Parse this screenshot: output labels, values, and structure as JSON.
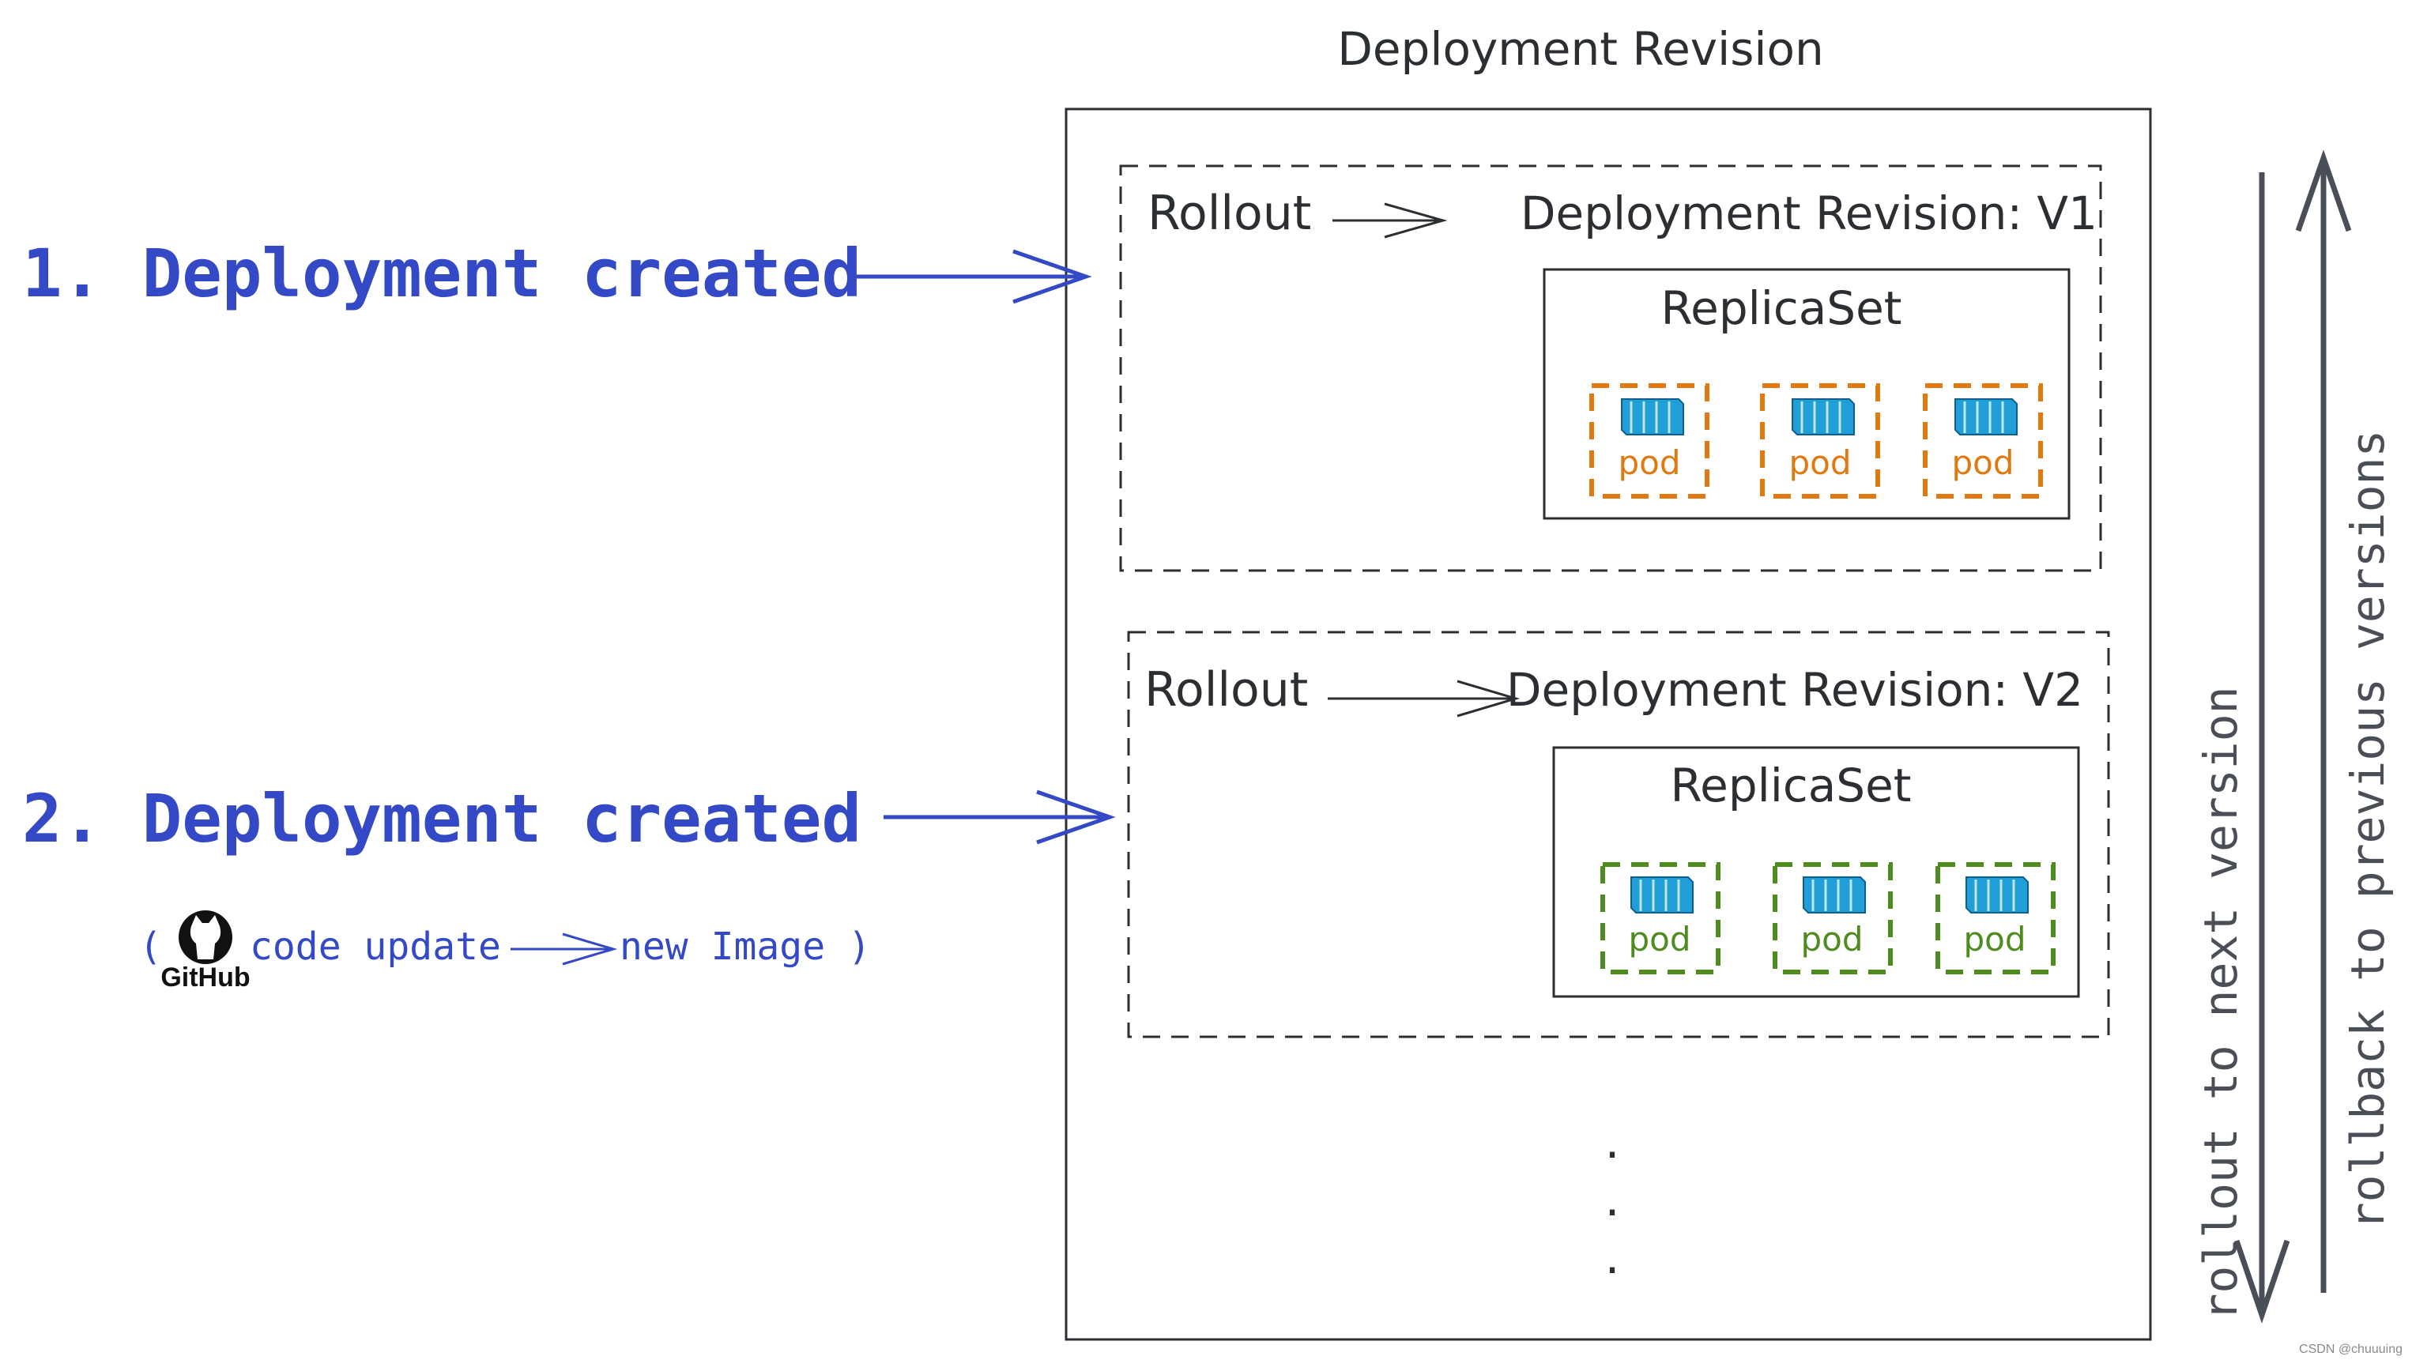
{
  "colors": {
    "accent_blue": "#3449c6",
    "ink": "#2b2f33",
    "pod_v1": "#e07a10",
    "pod_v2": "#4f8c1f",
    "container_blue": "#1f9ed8",
    "gray_arrow": "#4a4f57"
  },
  "header": {
    "title": "Deployment Revision"
  },
  "left": {
    "step1": "1. Deployment created",
    "step2": "2. Deployment created",
    "note_open": "(",
    "note_logo_text": "GitHub",
    "note_code": "code update",
    "note_image": "new Image )"
  },
  "revisions": [
    {
      "rollout_label": "Rollout",
      "title": "Deployment Revision: V1",
      "replicaset_label": "ReplicaSet",
      "pods": [
        "pod",
        "pod",
        "pod"
      ]
    },
    {
      "rollout_label": "Rollout",
      "title": "Deployment Revision: V2",
      "replicaset_label": "ReplicaSet",
      "pods": [
        "pod",
        "pod",
        "pod"
      ]
    }
  ],
  "ellipsis": [
    "·",
    "·",
    "·"
  ],
  "side": {
    "rollout_next": "rollout to next version",
    "rollback_prev": "rollback to previous versions"
  },
  "footer": {
    "credit": "CSDN @chuuuing"
  }
}
